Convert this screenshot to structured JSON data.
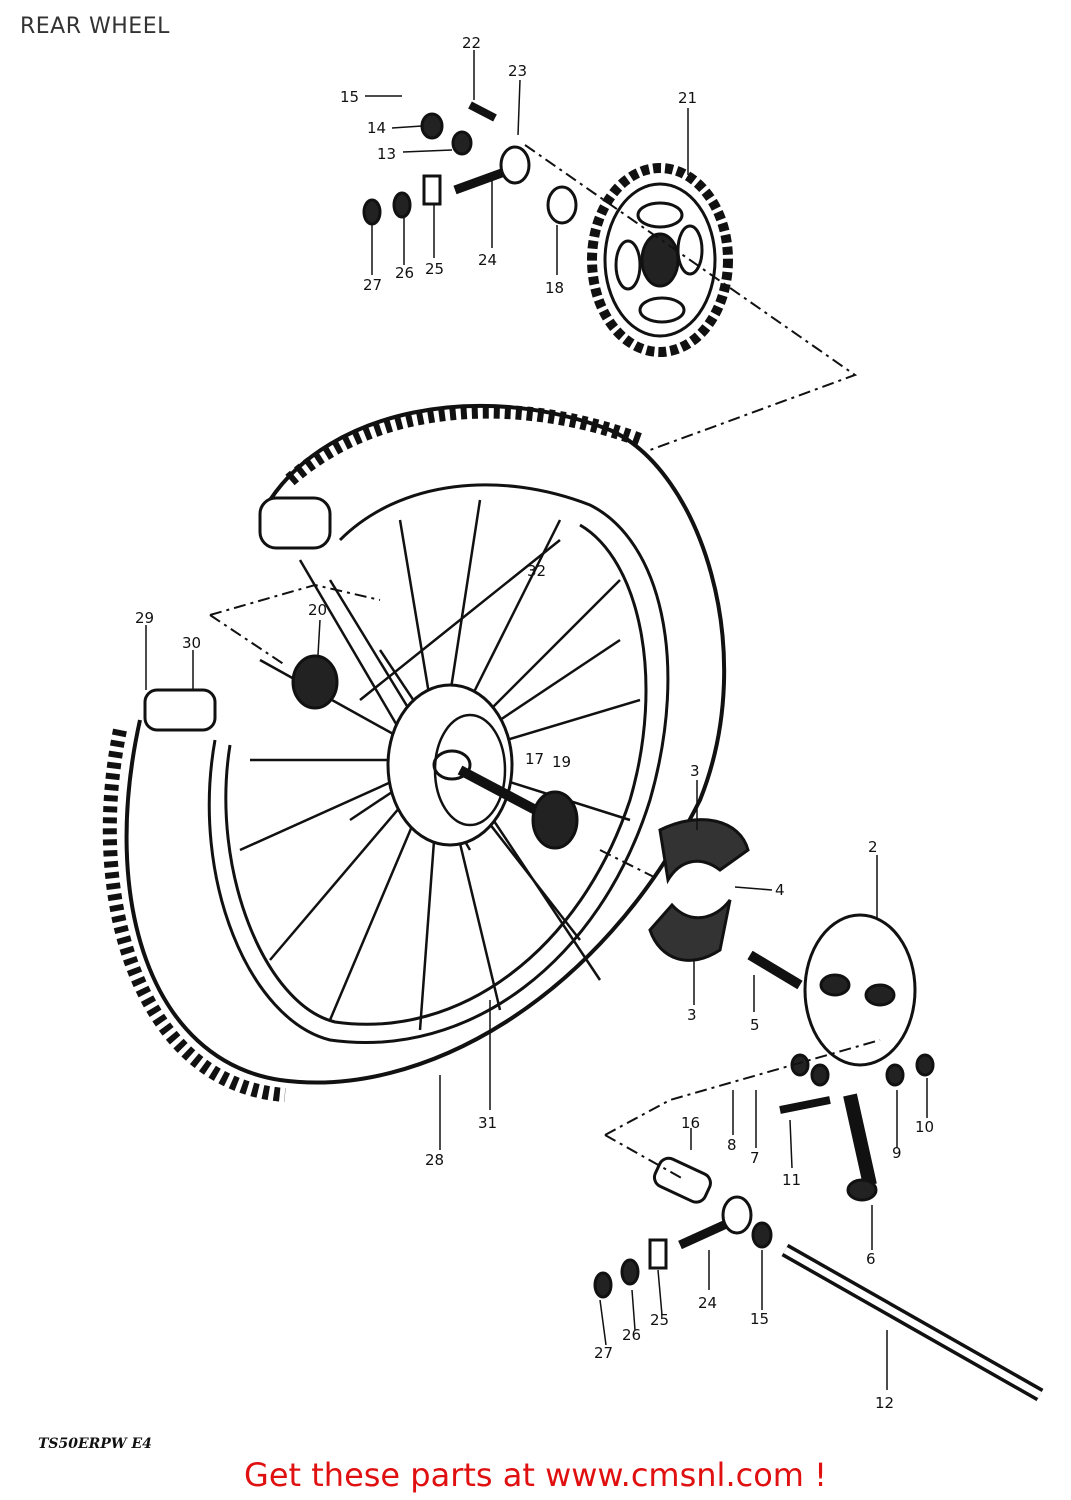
{
  "header": {
    "title": "REAR WHEEL"
  },
  "footer": {
    "model_code": "TS50ERPW E4",
    "cta": "Get these parts at www.cmsnl.com !"
  },
  "callouts": [
    "2",
    "3",
    "3",
    "4",
    "5",
    "6",
    "7",
    "8",
    "9",
    "10",
    "11",
    "12",
    "13",
    "14",
    "15",
    "15",
    "16",
    "17",
    "18",
    "19",
    "20",
    "21",
    "22",
    "23",
    "24",
    "24",
    "25",
    "25",
    "26",
    "26",
    "27",
    "27",
    "28",
    "29",
    "30",
    "31",
    "32"
  ]
}
